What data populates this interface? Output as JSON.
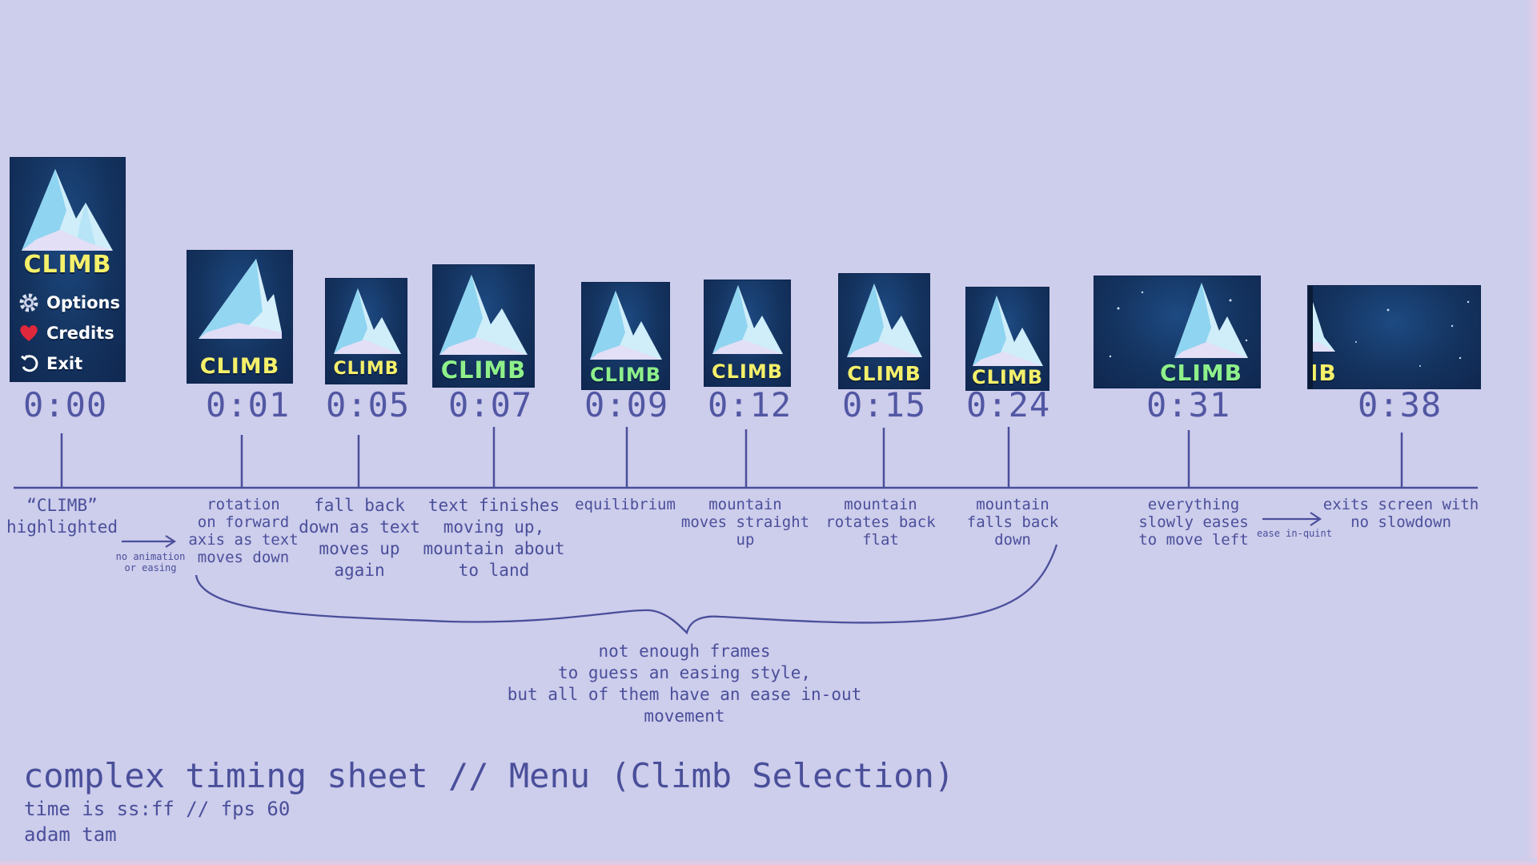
{
  "sheet": {
    "title": "complex timing sheet // Menu (Climb Selection)",
    "subtitle": "time is ss:ff // fps 60",
    "author": "adam tam"
  },
  "menu": {
    "logo_text": "CLIMB",
    "items": [
      {
        "label": "Options",
        "icon": "gear-icon"
      },
      {
        "label": "Credits",
        "icon": "heart-icon"
      },
      {
        "label": "Exit",
        "icon": "undo-icon"
      }
    ]
  },
  "frames": [
    {
      "time": "0:00",
      "note": "“CLIMB”\nhighlighted",
      "logo": "CLIMB",
      "logo_color": "#f4f06a"
    },
    {
      "time": "0:01",
      "note": "rotation\non forward\naxis as text\nmoves down",
      "logo": "CLIMB",
      "logo_color": "#f4f06a"
    },
    {
      "time": "0:05",
      "note": "fall back\ndown as text\nmoves up\nagain",
      "logo": "CLIMB",
      "logo_color": "#f4f06a"
    },
    {
      "time": "0:07",
      "note": "text finishes\nmoving up,\nmountain about\nto land",
      "logo": "CLIMB",
      "logo_color": "#8ef08a"
    },
    {
      "time": "0:09",
      "note": "equilibrium",
      "logo": "CLIMB",
      "logo_color": "#8ef08a"
    },
    {
      "time": "0:12",
      "note": "mountain\nmoves straight\nup",
      "logo": "CLIMB",
      "logo_color": "#f4f06a"
    },
    {
      "time": "0:15",
      "note": "mountain\nrotates back\nflat",
      "logo": "CLIMB",
      "logo_color": "#f4f06a"
    },
    {
      "time": "0:24",
      "note": "mountain\nfalls back\ndown",
      "logo": "CLIMB",
      "logo_color": "#f4f06a"
    },
    {
      "time": "0:31",
      "note": "everything\nslowly eases\nto move left",
      "logo": "CLIMB",
      "logo_color": "#8ef08a"
    },
    {
      "time": "0:38",
      "note": "exits screen with\nno slowdown",
      "logo": "IB",
      "logo_color": "#f4f06a"
    }
  ],
  "annotations": {
    "no_easing": "no animation\nor easing",
    "ease_in_quint": "ease in-quint",
    "brace_note": "not enough frames\nto guess an easing style,\nbut all of them have an ease in-out\nmovement"
  },
  "colors": {
    "background": "#cdcdec",
    "ink": "#4a4f9a",
    "frame_bg": "#14335f",
    "logo_yellow": "#f4f06a",
    "logo_green": "#8ef08a"
  }
}
